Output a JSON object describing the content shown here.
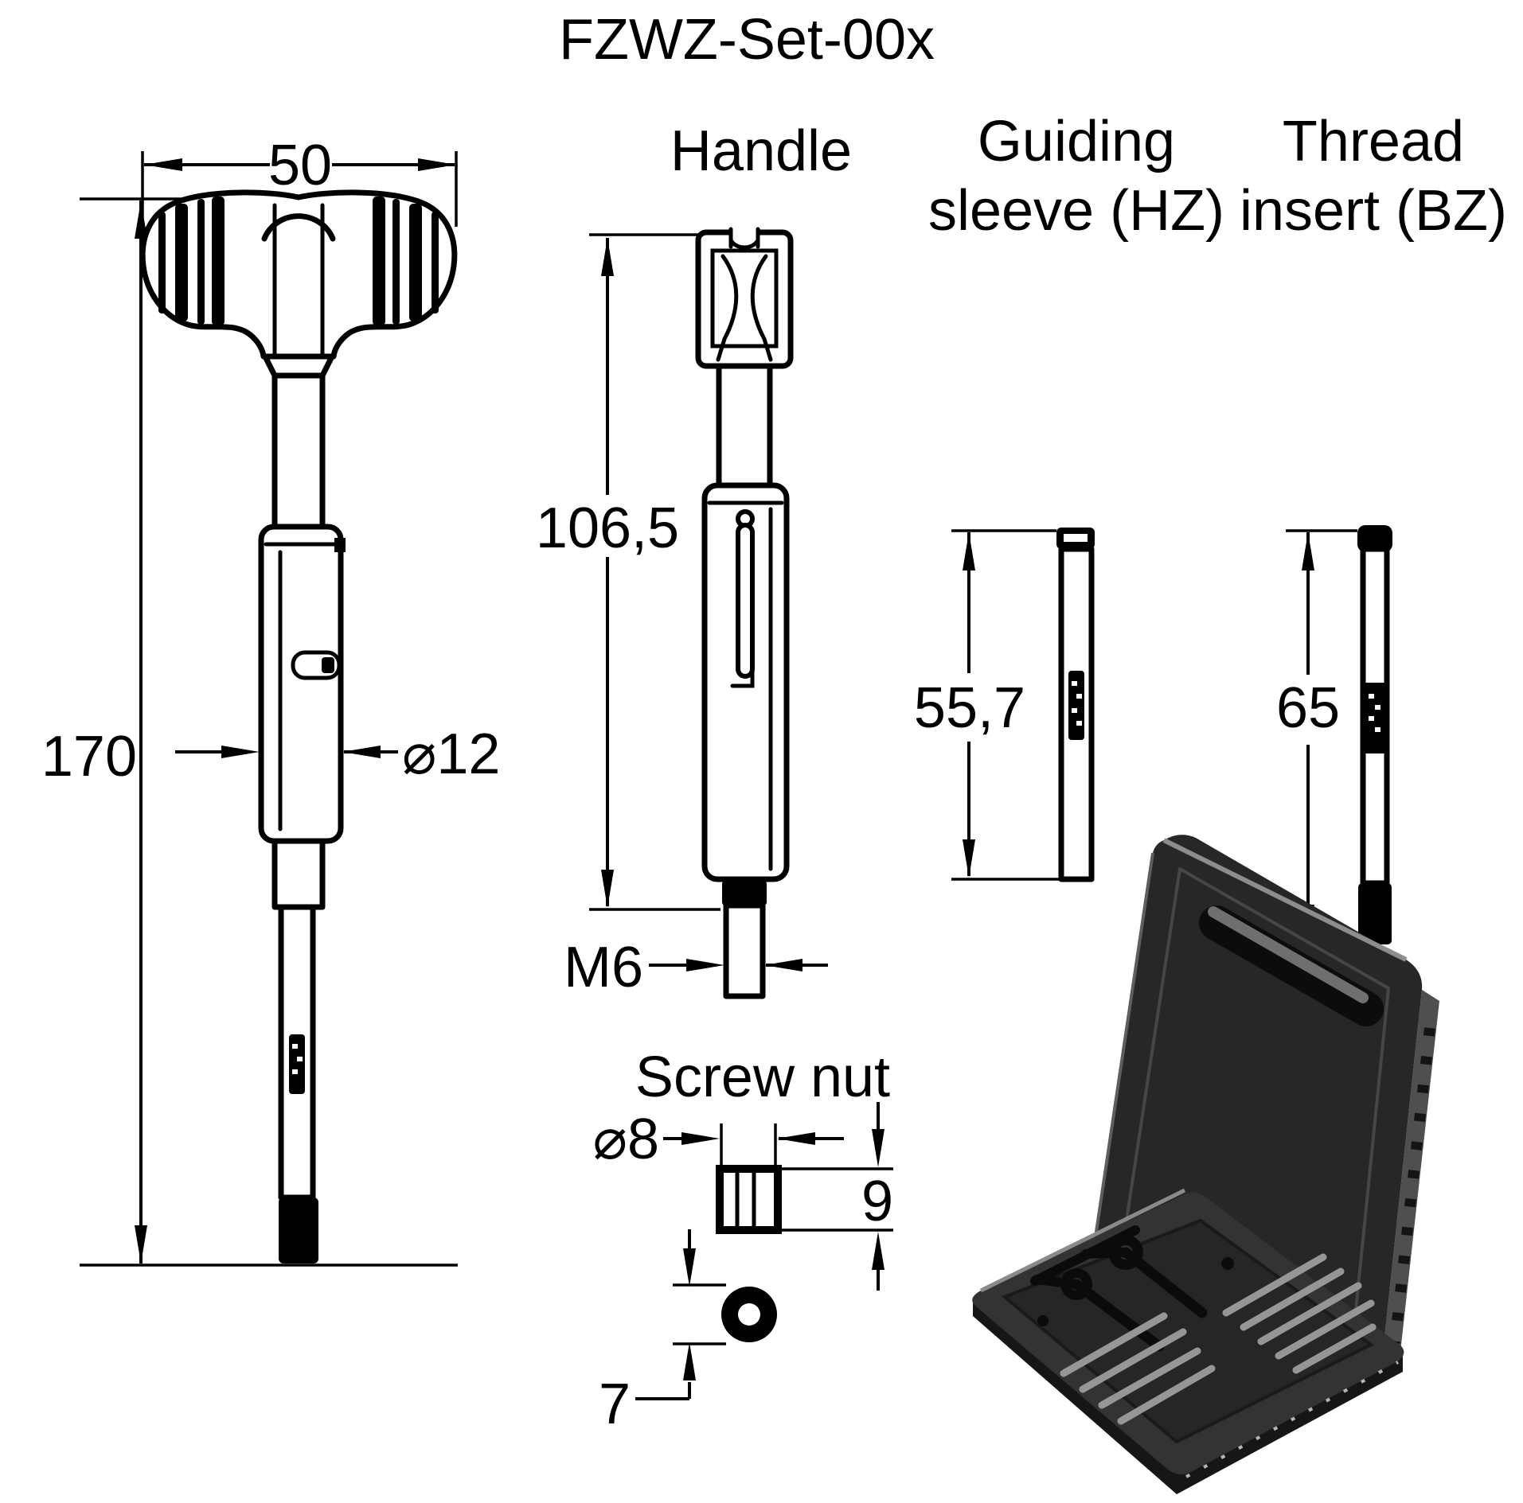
{
  "page": {
    "background": "#ffffff",
    "ink": "#000000"
  },
  "title": "FZWZ-Set-00x",
  "parts": {
    "assembly": {
      "dims": {
        "width": "50",
        "length": "170",
        "diameter": "⌀12"
      }
    },
    "handle": {
      "label": "Handle",
      "dims": {
        "length": "106,5",
        "thread": "M6"
      }
    },
    "guiding_sleeve": {
      "label_line1": "Guiding",
      "label_line2": "sleeve (HZ)",
      "dims": {
        "length": "55,7"
      }
    },
    "thread_insert": {
      "label_line1": "Thread",
      "label_line2": "insert (BZ)",
      "dims": {
        "length": "65"
      }
    },
    "screw_nut": {
      "label": "Screw nut",
      "dims": {
        "diameter": "⌀8",
        "height": "9",
        "hole": "7"
      }
    },
    "case": {
      "name": "tool-case"
    }
  }
}
